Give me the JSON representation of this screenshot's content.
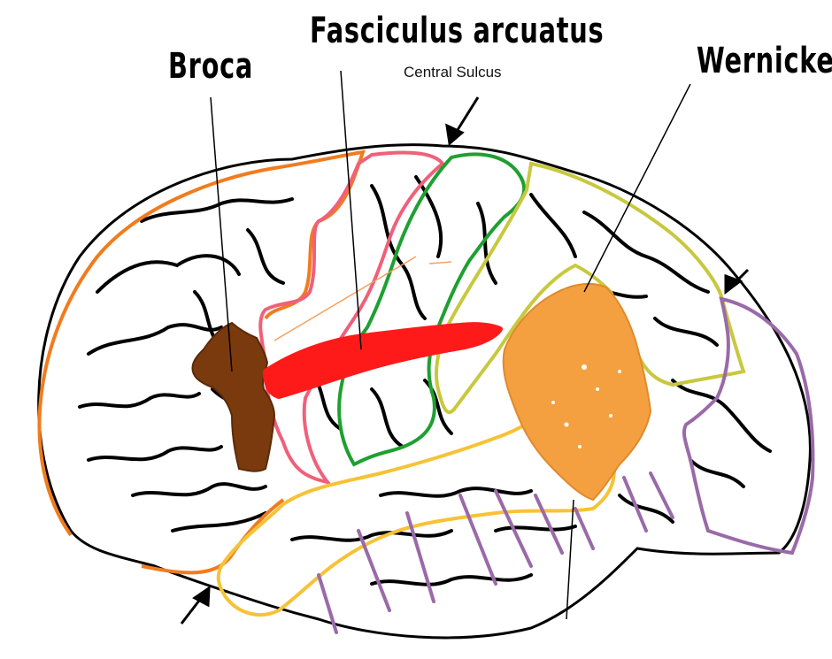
{
  "labels": {
    "broca": "Broca",
    "fasciculus": "Fasciculus arcuatus",
    "central_sulcus": "Central Sulcus",
    "wernicke": "Wernicke"
  },
  "colors": {
    "broca_area": "#7a3a0e",
    "fasciculus": "#ff1a1a",
    "wernicke_area": "#f4a040",
    "frontal_outline": "#f07c1e",
    "premotor_outline": "#f0607a",
    "motor_outline": "#1ea030",
    "parietal_outline": "#c8c840",
    "temporal_outline": "#f6c236",
    "occipital_outline": "#9a6aa8"
  }
}
